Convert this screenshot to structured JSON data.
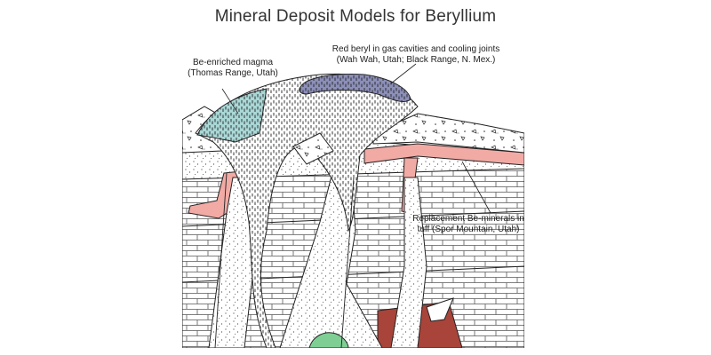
{
  "title": "Mineral Deposit Models for Beryllium",
  "labels": {
    "magma_line1": "Be-enriched magma",
    "magma_line2": "(Thomas Range, Utah)",
    "beryl_line1": "Red beryl in gas cavities and cooling joints",
    "beryl_line2": "(Wah Wah, Utah; Black Range, N. Mex.)",
    "replacement_line1": "Replacement Be-minerals in",
    "replacement_line2": "tuff (Spor Mountain, Utah)"
  },
  "colors": {
    "magma": "#a9d7d6",
    "red_beryl": "#8c8fb8",
    "replacement": "#f2aaa5",
    "dark_red": "#a8443a",
    "green_body": "#7fcf95",
    "limestone_lines": "#555555",
    "outline": "#222222"
  }
}
